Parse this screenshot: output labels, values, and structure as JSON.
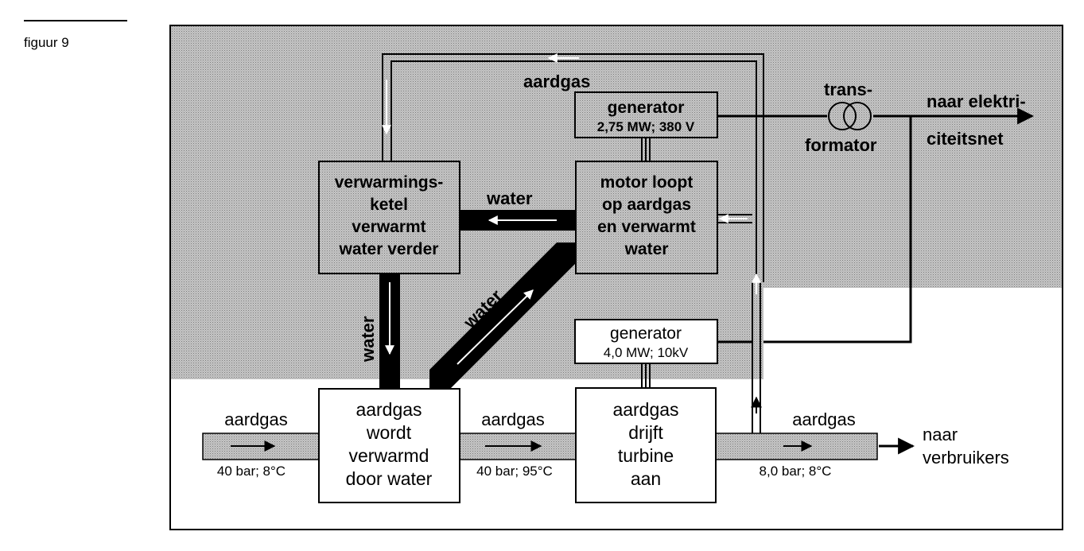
{
  "figure_label": "figuur 9",
  "pipe_top_label": "aardgas",
  "generator_top": {
    "title": "generator",
    "spec": "2,75 MW; 380 V"
  },
  "transformer": {
    "line1": "trans-",
    "line2": "formator"
  },
  "grid_output": {
    "line1": "naar elektri-",
    "line2": "citeitsnet"
  },
  "boiler": {
    "line1": "verwarmings-",
    "line2": "ketel",
    "line3": "verwarmt",
    "line4": "water verder"
  },
  "motor": {
    "line1": "motor loopt",
    "line2": "op aardgas",
    "line3": "en verwarmt",
    "line4": "water"
  },
  "water_labels": {
    "horizontal": "water",
    "vertical": "water",
    "diagonal": "water"
  },
  "generator_bottom": {
    "title": "generator",
    "spec": "4,0 MW; 10kV"
  },
  "heater": {
    "line1": "aardgas",
    "line2": "wordt",
    "line3": "verwarmd",
    "line4": "door water"
  },
  "turbine": {
    "line1": "aardgas",
    "line2": "drijft",
    "line3": "turbine",
    "line4": "aan"
  },
  "gas_in": {
    "label": "aardgas",
    "condition": "40 bar; 8°C"
  },
  "gas_mid": {
    "label": "aardgas",
    "condition": "40 bar; 95°C"
  },
  "gas_out": {
    "label": "aardgas",
    "condition": "8,0 bar; 8°C"
  },
  "consumer_output": {
    "line1": "naar",
    "line2": "verbruikers"
  },
  "colors": {
    "stipple": "#b4b4b4",
    "stipple_dark": "#8a8a8a",
    "ink": "#000000",
    "paper": "#ffffff"
  }
}
